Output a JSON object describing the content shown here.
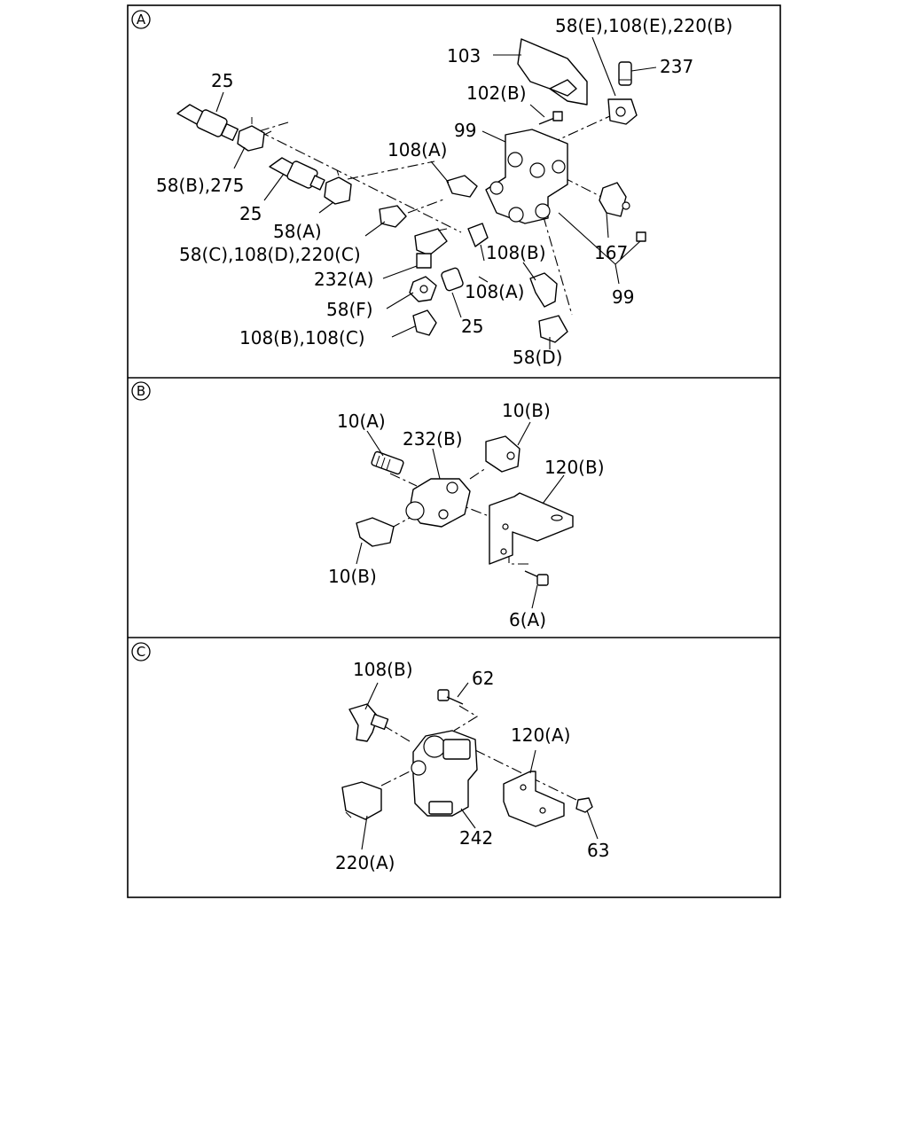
{
  "sections": {
    "a": {
      "marker": "A",
      "labels": {
        "l_58e": "58(E),108(E),220(B)",
        "l_103": "103",
        "l_237": "237",
        "l_25a": "25",
        "l_102b": "102(B)",
        "l_99a": "99",
        "l_108a1": "108(A)",
        "l_58b": "58(B),275",
        "l_25b": "25",
        "l_58a": "58(A)",
        "l_58c": "58(C),108(D),220(C)",
        "l_108b1": "108(B)",
        "l_167": "167",
        "l_232a": "232(A)",
        "l_108a2": "108(A)",
        "l_99b": "99",
        "l_58f": "58(F)",
        "l_25c": "25",
        "l_108bc": "108(B),108(C)",
        "l_58d": "58(D)"
      }
    },
    "b": {
      "marker": "B",
      "labels": {
        "l_10a": "10(A)",
        "l_10b1": "10(B)",
        "l_232b": "232(B)",
        "l_120b": "120(B)",
        "l_10b2": "10(B)",
        "l_6a": "6(A)"
      }
    },
    "c": {
      "marker": "C",
      "labels": {
        "l_108b": "108(B)",
        "l_62": "62",
        "l_120a": "120(A)",
        "l_242": "242",
        "l_63": "63",
        "l_220a": "220(A)"
      }
    }
  }
}
